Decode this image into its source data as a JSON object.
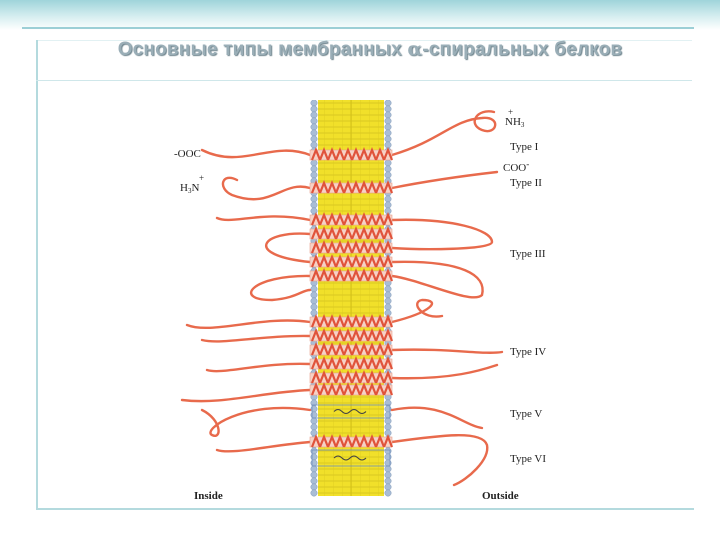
{
  "slide": {
    "title_prefix": "Основные типы мембранных ",
    "title_greek": "α",
    "title_suffix": "-спиральных белков"
  },
  "figure": {
    "side_labels": {
      "inside": "Inside",
      "outside": "Outside"
    },
    "end_labels": {
      "nh3_top": "NH",
      "nh3_sub": "3",
      "nh3_charge": "+",
      "ooc_left": "-OOC",
      "coo_right": "COO",
      "coo_charge": "-",
      "h3n_left": "H",
      "h3n_sub": "3",
      "h3n_n": "N",
      "h3n_charge": "+"
    },
    "types": [
      {
        "label": "Type I"
      },
      {
        "label": "Type II"
      },
      {
        "label": "Type III"
      },
      {
        "label": "Type IV"
      },
      {
        "label": "Type V"
      },
      {
        "label": "Type VI"
      }
    ],
    "colors": {
      "bilayer": "#f1e02a",
      "head": "#a9bdd6",
      "helix": "#e0533b",
      "chain": "#e86a4c",
      "label": "#222222"
    }
  }
}
